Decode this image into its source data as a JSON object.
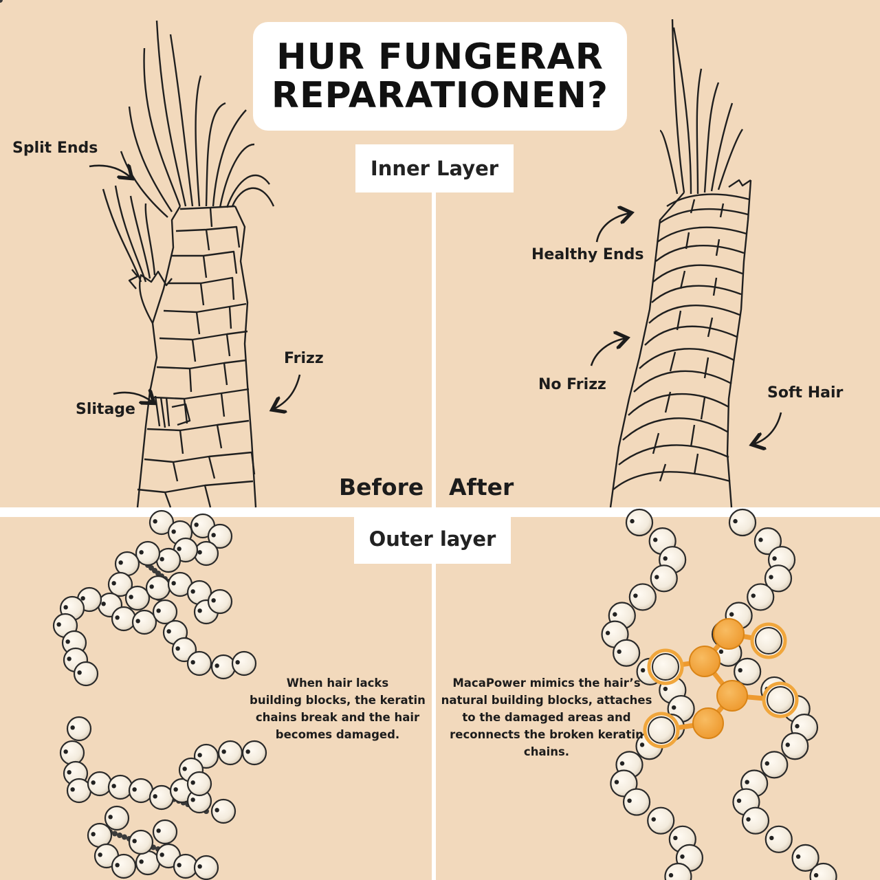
{
  "title": {
    "line1": "HUR FUNGERAR",
    "line2": "REPARATIONEN?"
  },
  "sections": {
    "inner": "Inner Layer",
    "outer": "Outer layer"
  },
  "before_panel": {
    "split_ends": "Split Ends",
    "frizz": "Frizz",
    "slitage": "Slitage",
    "label": "Before"
  },
  "after_panel": {
    "healthy_ends": "Healthy Ends",
    "no_frizz": "No Frizz",
    "soft_hair": "Soft Hair",
    "label": "After"
  },
  "outer_before": {
    "line1": "When hair lacks",
    "line2": "building blocks, the keratin",
    "line3": "chains break and the hair",
    "line4": "becomes damaged."
  },
  "outer_after": {
    "line1": "MacaPower mimics the hair’s",
    "line2": "natural building blocks, attaches",
    "line3": "to the damaged areas and",
    "line4": "reconnects the broken keratin",
    "line5": "chains."
  },
  "colors": {
    "background": "#f2d9bc",
    "divider": "#ffffff",
    "bead": "#f7f1e6",
    "highlight": "#f3a742",
    "ink": "#1c1c1c"
  }
}
